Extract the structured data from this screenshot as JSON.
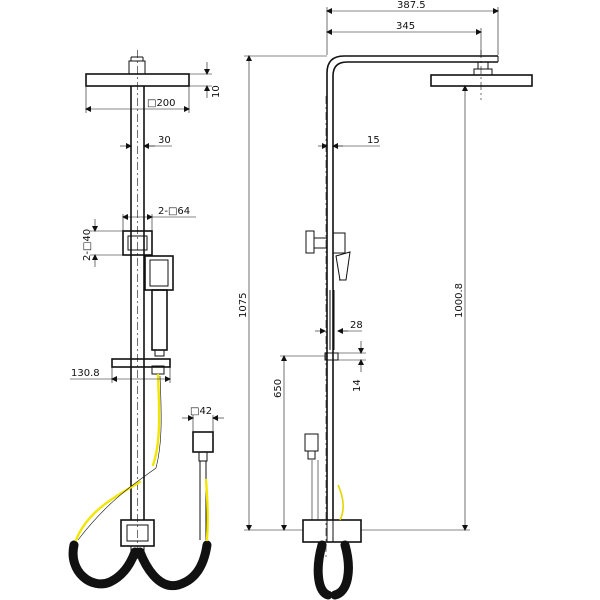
{
  "drawing": {
    "front_view": {
      "head_size": "□200",
      "head_thickness": "10",
      "rail_diameter": "30",
      "holder_size": "2-□64",
      "holder_side": "2-□40",
      "slider_width": "130.8",
      "outlet_size": "□42"
    },
    "side_view": {
      "arm_reach_total": "387.5",
      "arm_reach": "345",
      "arm_tube": "15",
      "total_height": "1075",
      "head_height": "1000.8",
      "handset_height": "650",
      "handle_width": "28",
      "handle_step": "14"
    }
  },
  "colors": {
    "line": "#111111",
    "hose_accent": "#f2e600"
  }
}
